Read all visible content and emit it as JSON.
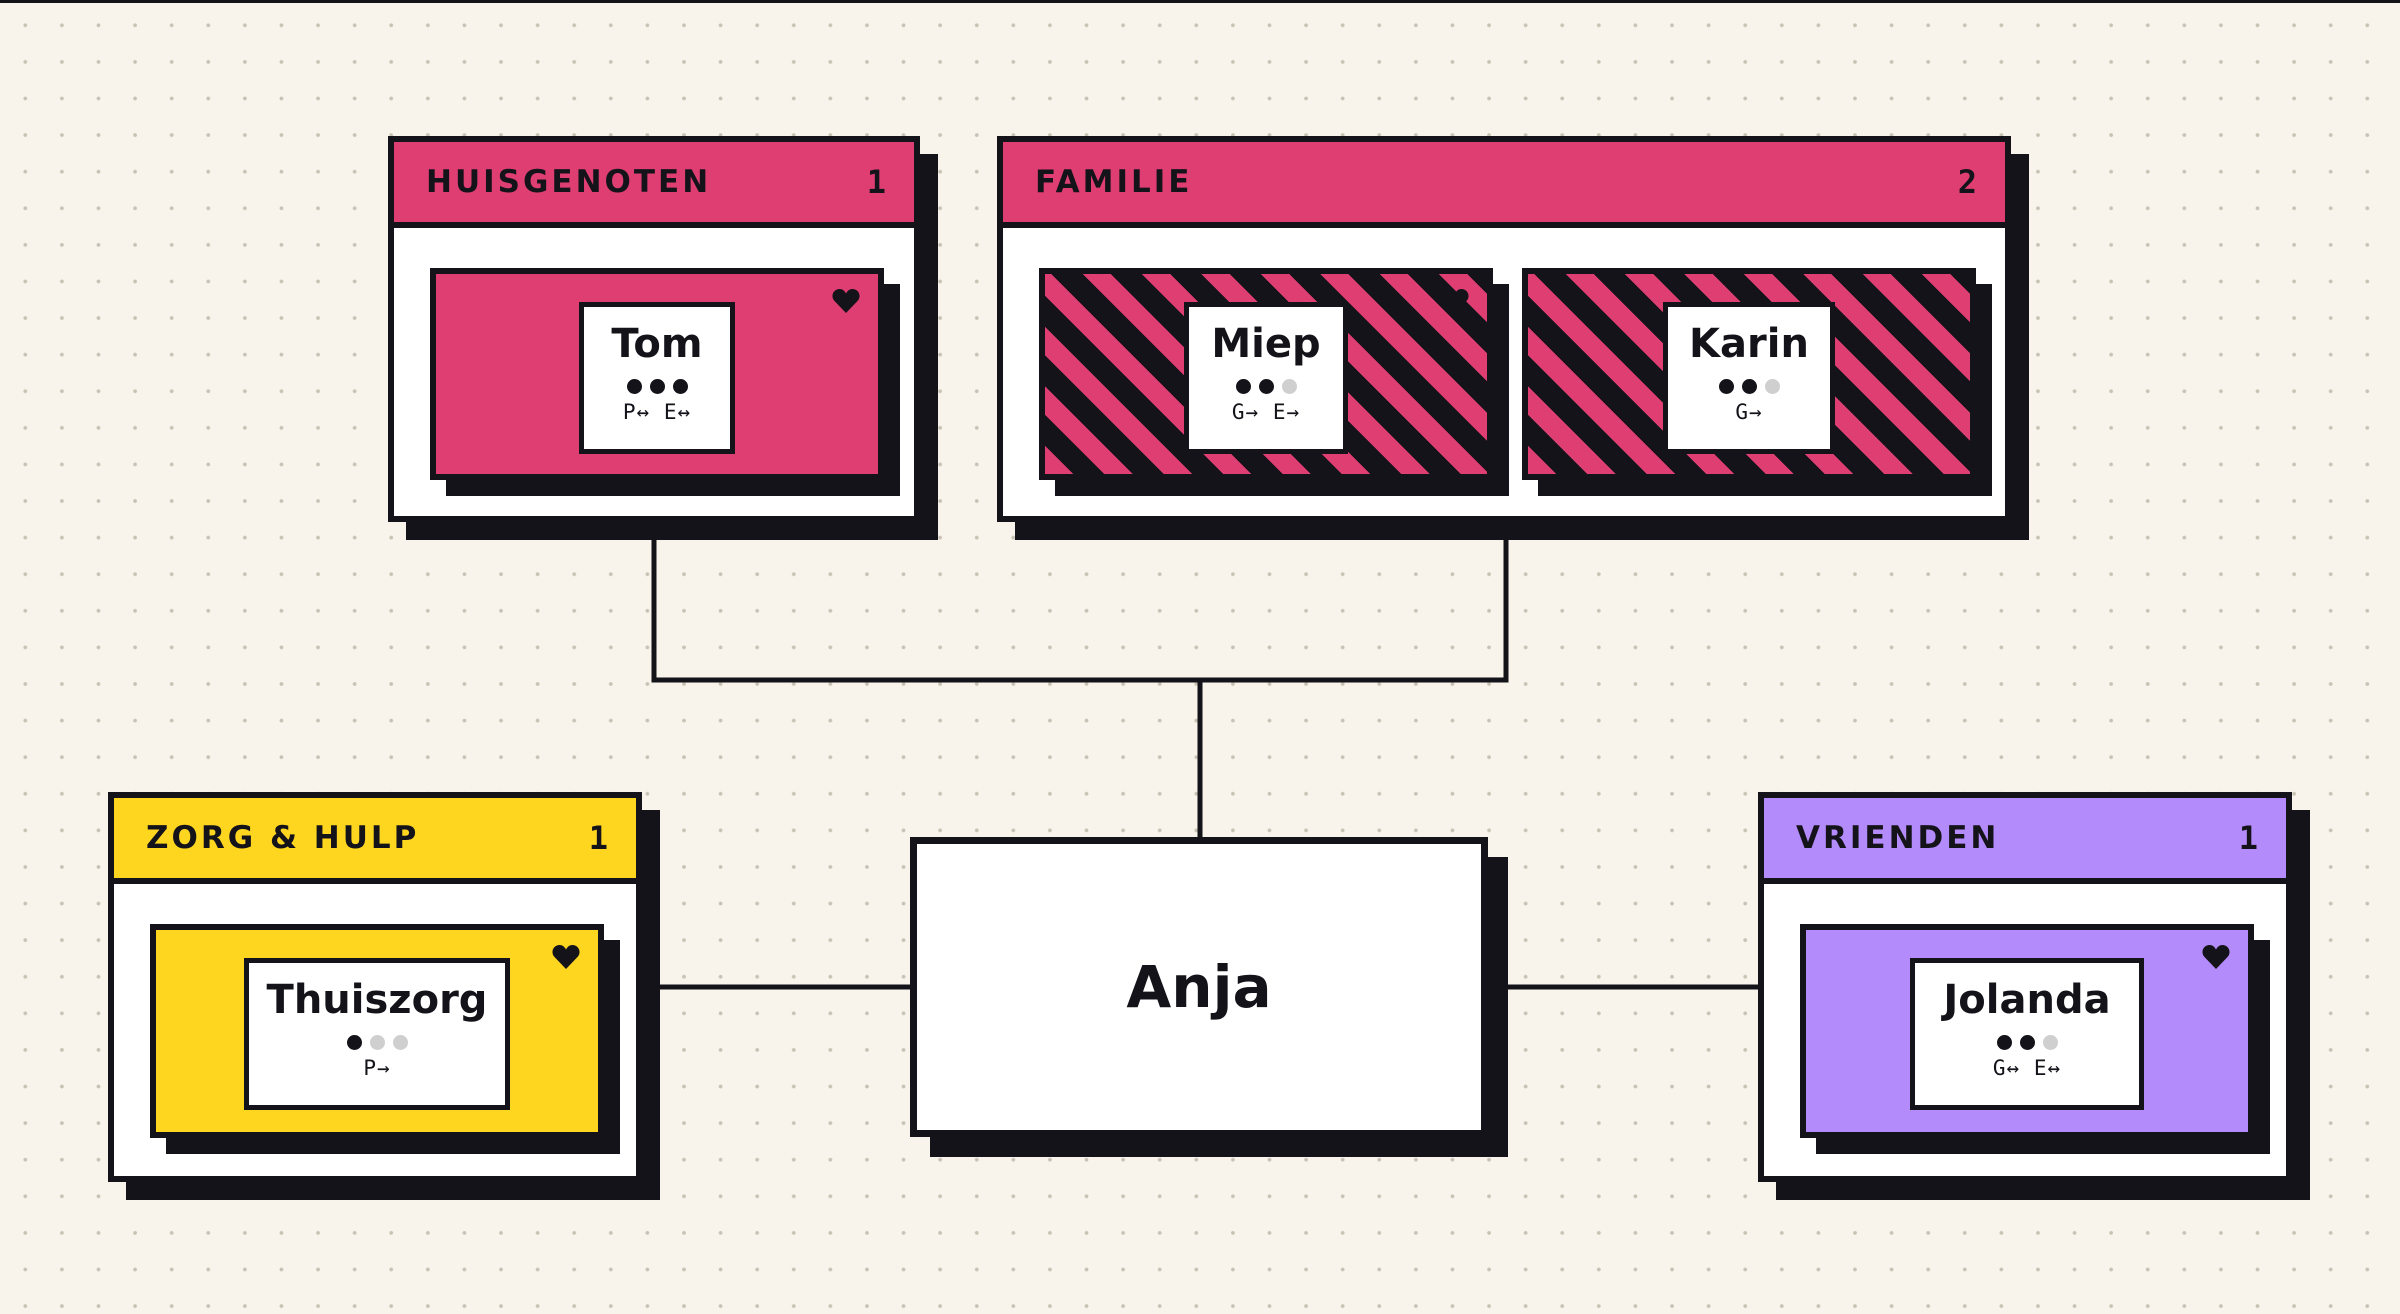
{
  "center": {
    "name": "Anja"
  },
  "groups": {
    "huisgenoten": {
      "title": "HUISGENOTEN",
      "count": "1",
      "color": "#df3e72",
      "members": [
        {
          "name": "Tom",
          "dots": 3,
          "tags": "P↔ E↔",
          "heart": true
        }
      ]
    },
    "familie": {
      "title": "FAMILIE",
      "count": "2",
      "color": "#df3e72",
      "members": [
        {
          "name": "Miep",
          "dots": 2,
          "tags": "G→ E→",
          "heart": true
        },
        {
          "name": "Karin",
          "dots": 2,
          "tags": "G→",
          "heart": false
        }
      ]
    },
    "zorg": {
      "title": "ZORG & HULP",
      "count": "1",
      "color": "#fed61f",
      "members": [
        {
          "name": "Thuiszorg",
          "dots": 1,
          "tags": "P→",
          "heart": true
        }
      ]
    },
    "vrienden": {
      "title": "VRIENDEN",
      "count": "1",
      "color": "#b48bfa",
      "members": [
        {
          "name": "Jolanda",
          "dots": 2,
          "tags": "G↔ E↔",
          "heart": true
        }
      ]
    }
  },
  "colors": {
    "ink": "#15131a",
    "background": "#f8f4ec",
    "dot_inactive": "#cfcfcf"
  }
}
